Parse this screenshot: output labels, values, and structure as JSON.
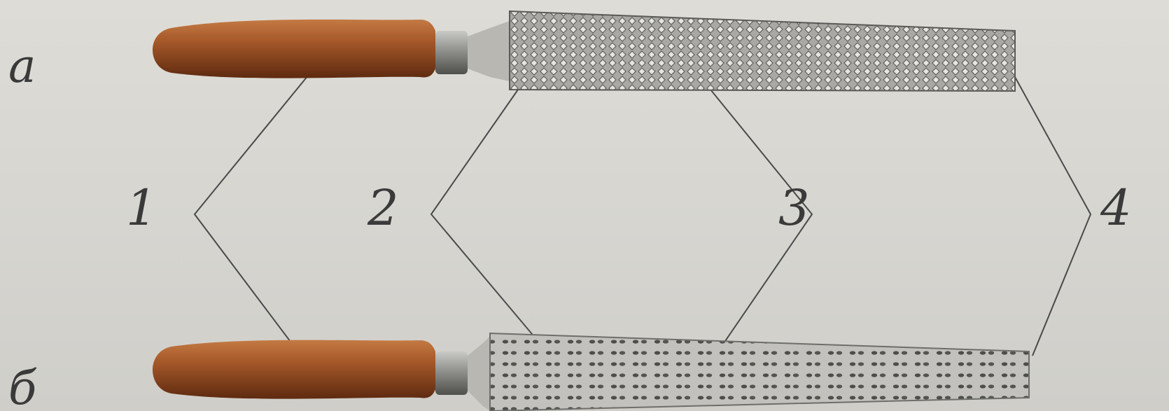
{
  "labels": {
    "a": "а",
    "b": "б",
    "n1": "1",
    "n2": "2",
    "n3": "3",
    "n4": "4"
  },
  "colors": {
    "background": "#d9d8d3",
    "handle": "#9a4f24",
    "ferrule": "#8a8a86",
    "blade": "#b9b8b4",
    "leader": "#4a4a4a"
  }
}
